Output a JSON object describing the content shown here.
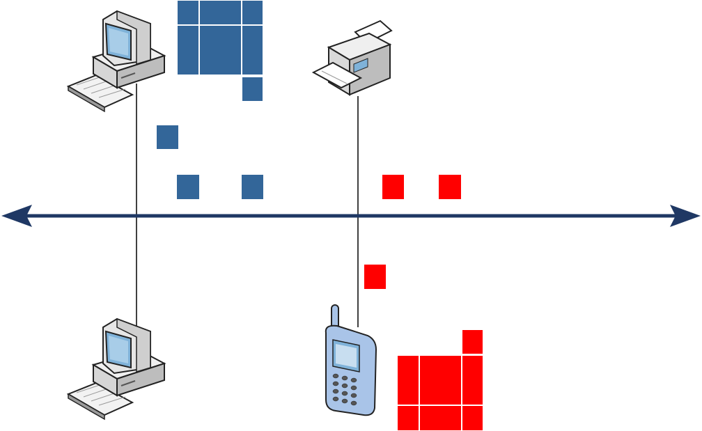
{
  "colors": {
    "background": "#ffffff",
    "bus": "#1f3864",
    "drop_line": "#000000",
    "blue_packet": "#336699",
    "red_packet": "#ff0000",
    "device_body": "#e8e8e8",
    "device_outline": "#222222",
    "screen": "#7fb2d9",
    "phone_body": "#a9c4e8"
  },
  "devices": [
    {
      "id": "computer-top",
      "icon": "desktop-computer-icon"
    },
    {
      "id": "printer-top",
      "icon": "printer-icon"
    },
    {
      "id": "computer-bottom",
      "icon": "desktop-computer-icon"
    },
    {
      "id": "phone-bottom",
      "icon": "mobile-phone-icon"
    }
  ],
  "packets": {
    "blue_group_count": 10,
    "blue_single_count": 3,
    "red_single_count": 3,
    "red_group_count": 10
  }
}
